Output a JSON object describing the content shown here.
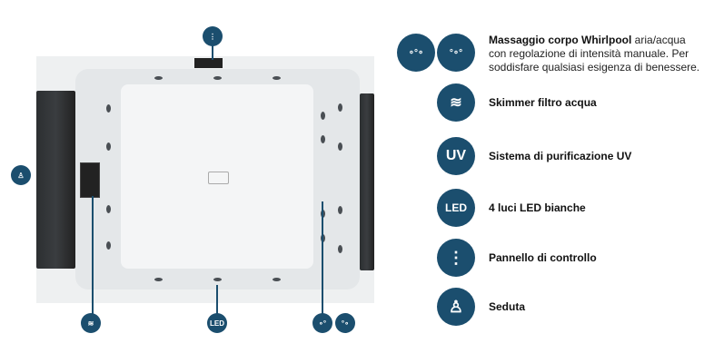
{
  "colors": {
    "accent": "#1b4e6e"
  },
  "diagram": {
    "led_icon_text": "LED"
  },
  "legend": [
    {
      "icon": "whirlpool-icon",
      "title": "Massaggio corpo Whirlpool",
      "text": " aria/acqua",
      "lines": [
        "con regolazione di intensità manuale. Per",
        "soddisfare qualsiasi esigenza di benessere."
      ]
    },
    {
      "icon": "skimmer-icon",
      "title": "Skimmer filtro acqua"
    },
    {
      "icon": "uv-icon",
      "icon_text": "UV",
      "title": "Sistema di purificazione UV"
    },
    {
      "icon": "led-icon",
      "icon_text": "LED",
      "title": "4 luci LED bianche"
    },
    {
      "icon": "control-panel-icon",
      "title": "Pannello di controllo"
    },
    {
      "icon": "seat-icon",
      "title": "Seduta"
    }
  ]
}
